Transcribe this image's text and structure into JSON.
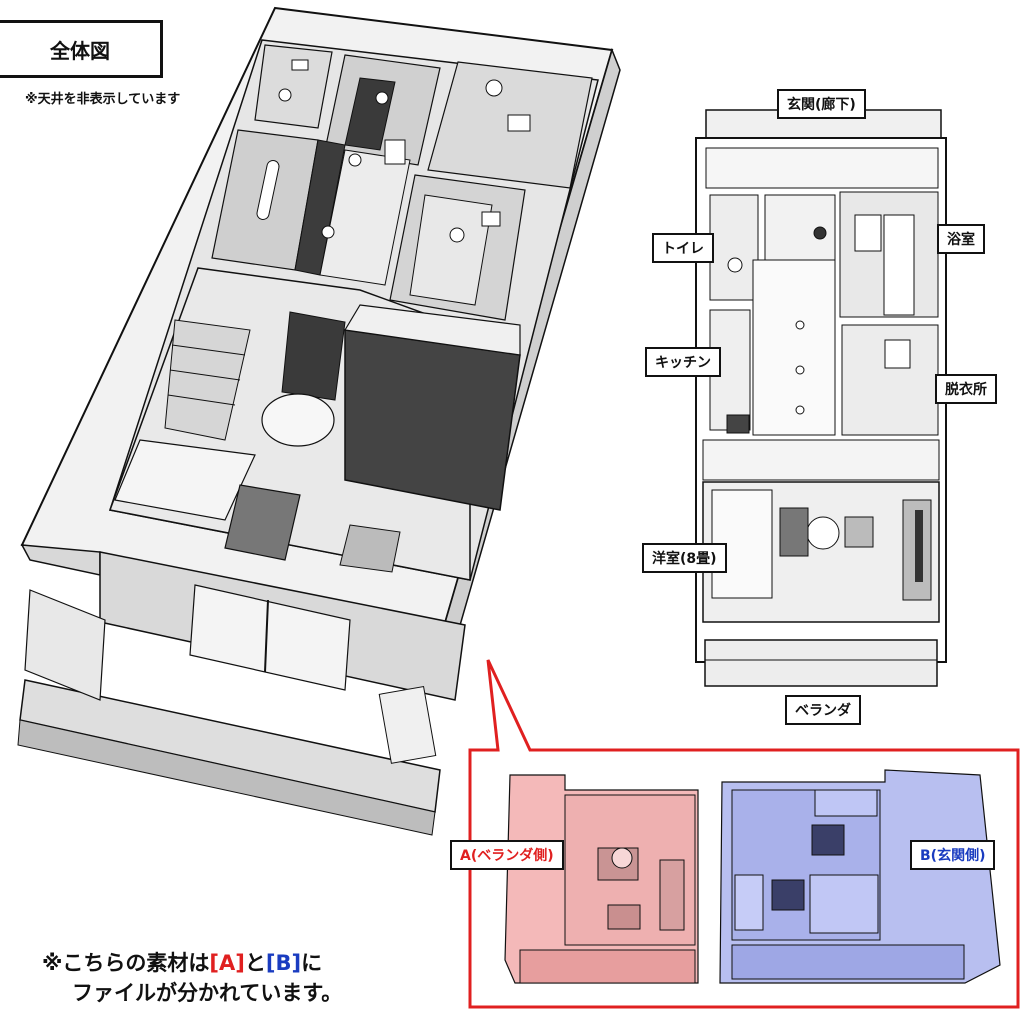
{
  "title": "全体図",
  "note": "※天井を非表示しています",
  "plan_labels": {
    "entrance": "玄関(廊下)",
    "toilet": "トイレ",
    "bath": "浴室",
    "kitchen": "キッチン",
    "dressing": "脱衣所",
    "western_room": "洋室(8畳)",
    "veranda": "ベランダ"
  },
  "file_labels": {
    "a": "A(ベランダ側)",
    "b": "B(玄関側)"
  },
  "bottom_note": {
    "prefix": "※こちらの素材は",
    "a": "[A]",
    "mid": "と",
    "b": "[B]",
    "suffix": "に",
    "line2": "ファイルが分かれています。"
  },
  "colors": {
    "accent_red": "#e02020",
    "panel_pink": "#f4b9b9",
    "panel_blue": "#b8bff0",
    "label_a": "#e02020",
    "label_b": "#1a3cc0"
  }
}
